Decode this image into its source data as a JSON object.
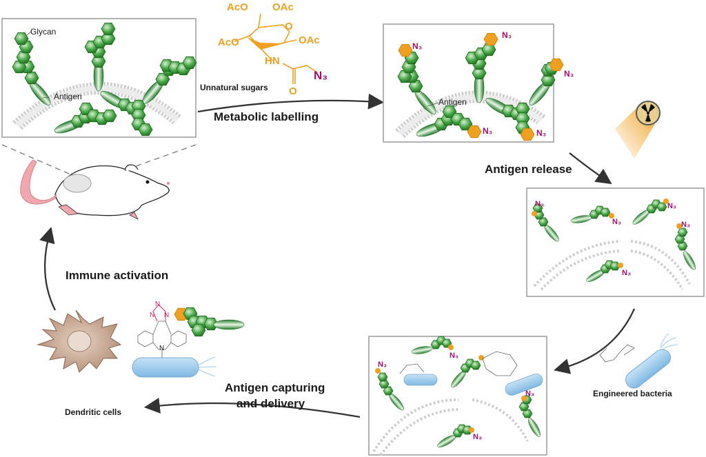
{
  "title": "Metabolic glycan labelling and bacteria-mediated antigen capture workflow",
  "colors": {
    "glycan_green": "#3a9a3a",
    "azide_magenta": "#a0106a",
    "sugar_orange": "#f0a020",
    "bacteria_blue": "#9ccbec",
    "dendritic_brown": "#c9a890",
    "arrow": "#333333",
    "membrane_gray": "#c8c8c8",
    "panel_border": "#9a9a9a"
  },
  "panels": {
    "tumor_membrane": {
      "glycan_label": "Glycan",
      "antigen_label": "Antigen"
    },
    "labelled_membrane": {
      "antigen_label": "Antigen",
      "azide_tag": "N₃"
    },
    "released_antigens": {
      "azide_tag": "N₃"
    },
    "captured_antigens": {
      "azide_tag": "N₃"
    }
  },
  "chemistry": {
    "substituents": [
      "AcO",
      "OAc",
      "AcO",
      "OAc"
    ],
    "ring_oxygen": "O",
    "amide_nh": "HN",
    "carbonyl_o": "O",
    "azide": "N₃",
    "caption": "Unnatural sugars",
    "triazole_atoms": [
      "N",
      "N",
      "N"
    ],
    "dbco_nitrogen": "N"
  },
  "steps": {
    "metabolic_labelling": "Metabolic labelling",
    "antigen_release": "Antigen release",
    "antigen_capturing_line1": "Antigen capturing",
    "antigen_capturing_line2": "and delivery",
    "immune_activation": "Immune activation"
  },
  "labels": {
    "engineered_bacteria": "Engineered bacteria",
    "dendritic_cells": "Dendritic cells"
  },
  "icons": [
    "mouse-icon",
    "radiation-icon",
    "bacteria-icon",
    "dendritic-cell-icon",
    "glycan-icon"
  ]
}
